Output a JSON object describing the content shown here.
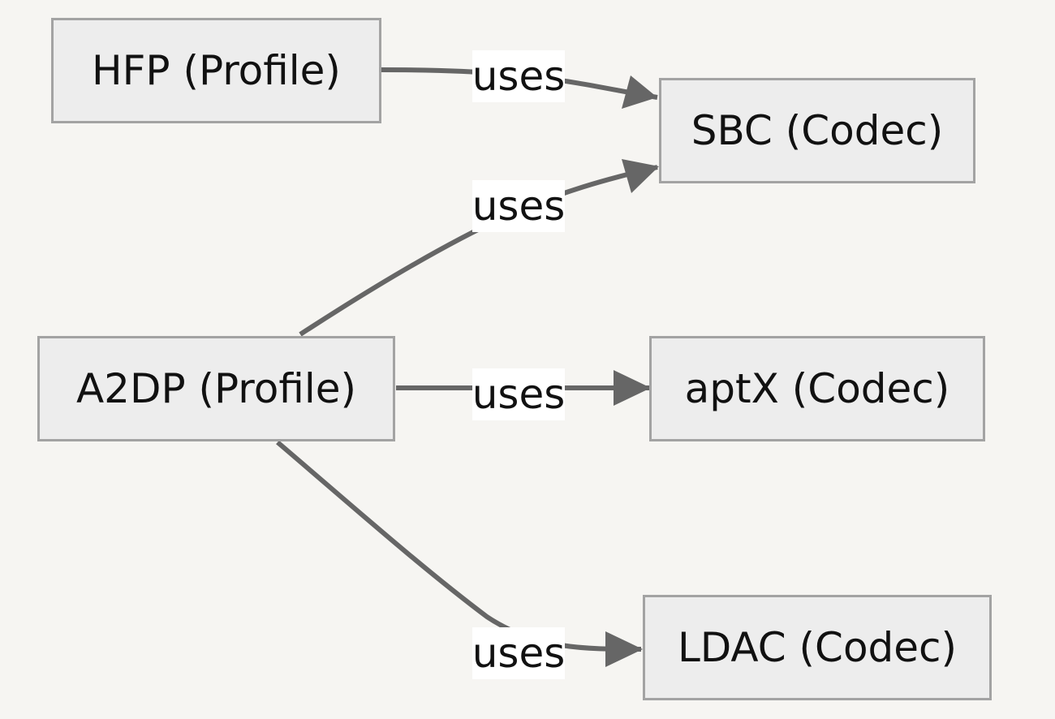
{
  "nodes": {
    "hfp": "HFP (Profile)",
    "a2dp": "A2DP (Profile)",
    "sbc": "SBC (Codec)",
    "aptx": "aptX (Codec)",
    "ldac": "LDAC (Codec)"
  },
  "edges": [
    {
      "from": "HFP (Profile)",
      "to": "SBC (Codec)",
      "label": "uses"
    },
    {
      "from": "A2DP (Profile)",
      "to": "SBC (Codec)",
      "label": "uses"
    },
    {
      "from": "A2DP (Profile)",
      "to": "aptX (Codec)",
      "label": "uses"
    },
    {
      "from": "A2DP (Profile)",
      "to": "LDAC (Codec)",
      "label": "uses"
    }
  ],
  "colors": {
    "background": "#f6f5f2",
    "node_fill": "#ededed",
    "node_border": "#a3a3a3",
    "edge": "#666666",
    "label_bg": "#ffffff"
  }
}
